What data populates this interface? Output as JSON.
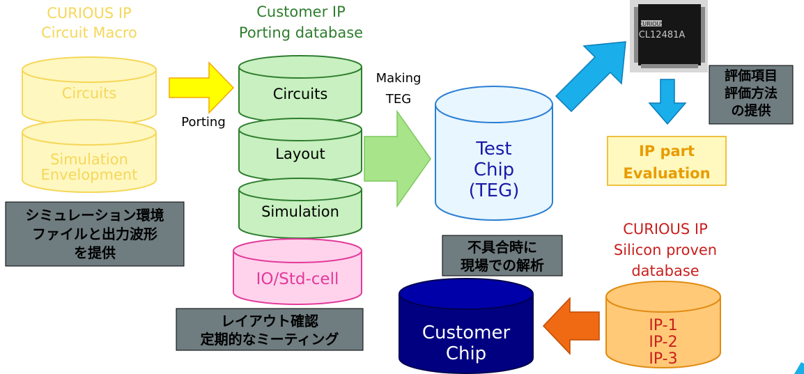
{
  "colors": {
    "curious_macro": "#f5d75a",
    "curious_macro_fill": "#fff7c0",
    "customer_port": "#2e7d2e",
    "customer_port_fill": "#c8f0c0",
    "iocell": "#e23a9a",
    "iocell_fill": "#ffd3ec",
    "test_chip": "#1a1aa8",
    "test_chip_fill": "#e8f6ff",
    "customer_chip": "#000080",
    "curious_silicon": "#c8201e",
    "silicon_fill": "#ffc977",
    "silicon_stroke": "#e08b12",
    "eval_text": "#e89c00",
    "eval_fill": "#fff9c0",
    "eval_stroke": "#f0c040",
    "gray_box": "#6f7c80",
    "arrow_yellow": "#ffff00",
    "arrow_green": "#a8e48a",
    "arrow_cyan": "#1aaeea",
    "arrow_orange": "#f06a14"
  },
  "curious_macro": {
    "title1": "CURIOUS IP",
    "title2": "Circuit  Macro",
    "circuits": "Circuits",
    "sim1": "Simulation",
    "sim2": "Envelopment"
  },
  "customer_port": {
    "title1": "Customer IP",
    "title2": "Porting database",
    "circuits": "Circuits",
    "layout": "Layout",
    "simulation": "Simulation",
    "iocell": "IO/Std-cell"
  },
  "labels": {
    "porting": "Porting",
    "making1": "Making",
    "making2": "TEG"
  },
  "test_chip": {
    "l1": "Test",
    "l2": "Chip",
    "l3": "(TEG)"
  },
  "chip_photo": {
    "brand": "CURIOUS",
    "part": "CL12481A"
  },
  "evaluation": {
    "l1": "IP part",
    "l2": "Evaluation"
  },
  "silicon": {
    "title1": "CURIOUS IP",
    "title2": "Silicon proven",
    "title3": "database",
    "ip1": "IP-1",
    "ip2": "IP-2",
    "ip3": "IP-3"
  },
  "customer_chip": {
    "l1": "Customer",
    "l2": "Chip"
  },
  "notes": {
    "sim_l1": "シミュレーション環境",
    "sim_l2": "ファイルと出力波形",
    "sim_l3": "を提供",
    "layout_l1": "レイアウト確認",
    "layout_l2": "定期的なミーティング",
    "fail_l1": "不具合時に",
    "fail_l2": "現場での解析",
    "eval_l1": "評価項目",
    "eval_l2": "評価方法",
    "eval_l3": "の提供"
  }
}
